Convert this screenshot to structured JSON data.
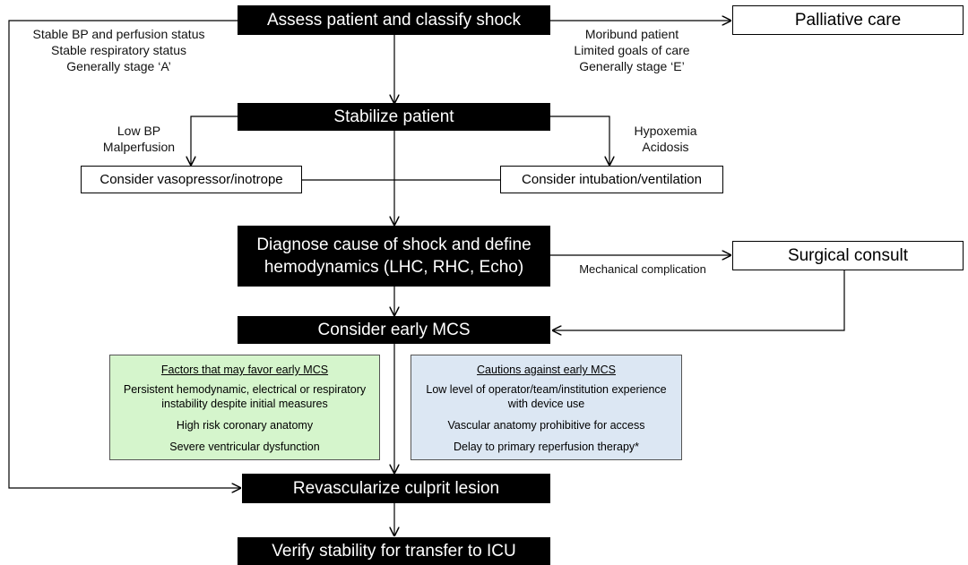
{
  "nodes": {
    "assess": "Assess patient and classify shock",
    "palliative": "Palliative care",
    "stabilize": "Stabilize patient",
    "vasopressor": "Consider vasopressor/inotrope",
    "intubation": "Consider intubation/ventilation",
    "diagnose_line1": "Diagnose cause of shock and define",
    "diagnose_line2": "hemodynamics (LHC, RHC, Echo)",
    "surgical": "Surgical consult",
    "mcs": "Consider early MCS",
    "revascularize": "Revascularize culprit lesion",
    "verify": "Verify stability for transfer to ICU"
  },
  "labels": {
    "stable": [
      "Stable BP and perfusion status",
      "Stable respiratory status",
      "Generally stage ‘A’"
    ],
    "moribund": [
      "Moribund patient",
      "Limited goals of care",
      "Generally stage ‘E’"
    ],
    "low_bp": [
      "Low BP",
      "Malperfusion"
    ],
    "hypoxemia": [
      "Hypoxemia",
      "Acidosis"
    ],
    "mechanical": "Mechanical complication"
  },
  "factors": {
    "heading": "Factors that may favor early MCS",
    "items": [
      "Persistent hemodynamic, electrical or respiratory instability despite initial measures",
      "High risk coronary anatomy",
      "Severe ventricular dysfunction"
    ],
    "color": "#d5f5cc"
  },
  "cautions": {
    "heading": "Cautions against early MCS",
    "items": [
      "Low level of operator/team/institution experience with device use",
      "Vascular anatomy prohibitive for access",
      "Delay to primary reperfusion therapy*"
    ],
    "color": "#dce7f3"
  }
}
